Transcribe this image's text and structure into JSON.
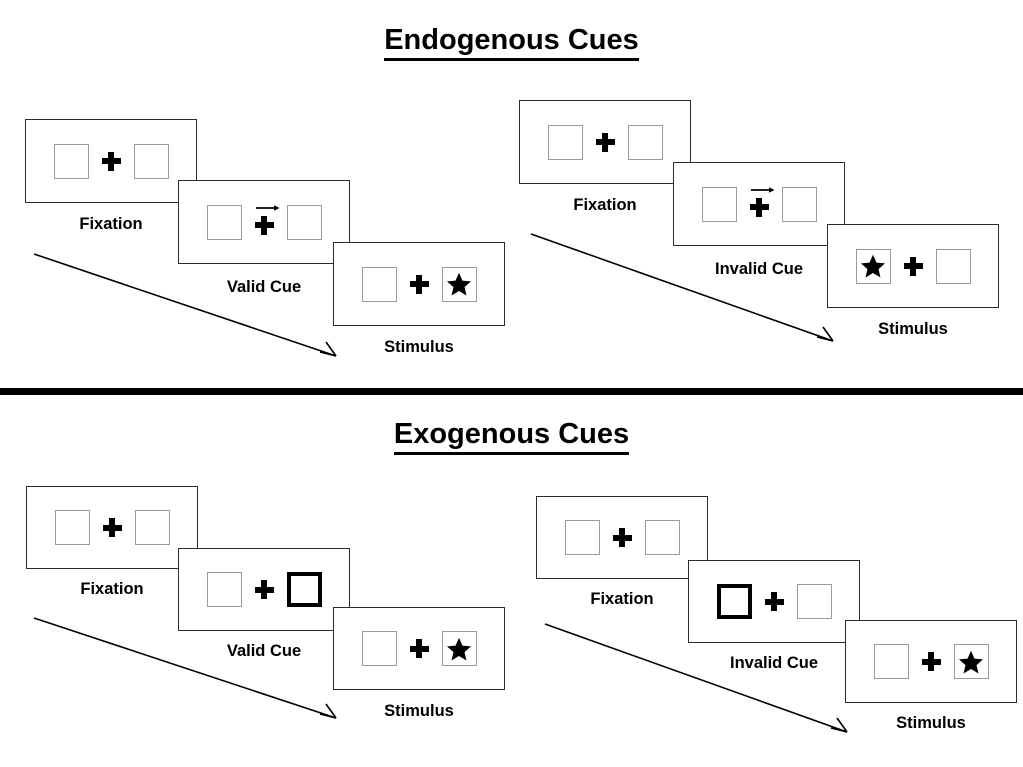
{
  "sections": [
    {
      "id": "endogenous",
      "title": "Endogenous Cues",
      "columns": [
        {
          "id": "endogenous-valid",
          "stages": [
            {
              "label": "Fixation",
              "left_box": "empty",
              "right_box": "empty",
              "cue": "none"
            },
            {
              "label": "Valid Cue",
              "left_box": "empty",
              "right_box": "empty",
              "cue": "arrow-right"
            },
            {
              "label": "Stimulus",
              "left_box": "empty",
              "right_box": "star",
              "cue": "none"
            }
          ]
        },
        {
          "id": "endogenous-invalid",
          "stages": [
            {
              "label": "Fixation",
              "left_box": "empty",
              "right_box": "empty",
              "cue": "none"
            },
            {
              "label": "Invalid Cue",
              "left_box": "empty",
              "right_box": "empty",
              "cue": "arrow-right"
            },
            {
              "label": "Stimulus",
              "left_box": "star",
              "right_box": "empty",
              "cue": "none"
            }
          ]
        }
      ]
    },
    {
      "id": "exogenous",
      "title": "Exogenous Cues",
      "columns": [
        {
          "id": "exogenous-valid",
          "stages": [
            {
              "label": "Fixation",
              "left_box": "empty",
              "right_box": "empty",
              "cue": "none"
            },
            {
              "label": "Valid Cue",
              "left_box": "empty",
              "right_box": "highlight",
              "cue": "none"
            },
            {
              "label": "Stimulus",
              "left_box": "empty",
              "right_box": "star",
              "cue": "none"
            }
          ]
        },
        {
          "id": "exogenous-invalid",
          "stages": [
            {
              "label": "Fixation",
              "left_box": "empty",
              "right_box": "empty",
              "cue": "none"
            },
            {
              "label": "Invalid Cue",
              "left_box": "highlight",
              "right_box": "empty",
              "cue": "none"
            },
            {
              "label": "Stimulus",
              "left_box": "empty",
              "right_box": "star",
              "cue": "none"
            }
          ]
        }
      ]
    }
  ],
  "icons": {
    "fixation_cross": "plus-icon",
    "cue_arrow": "arrow-right-icon",
    "target": "star-icon",
    "flow": "diagonal-arrow-icon"
  },
  "colors": {
    "ink": "#000000",
    "panel_border": "#2b2b2b",
    "box_border": "#9a9a9a",
    "highlight_border": "#000000",
    "background": "#ffffff"
  }
}
